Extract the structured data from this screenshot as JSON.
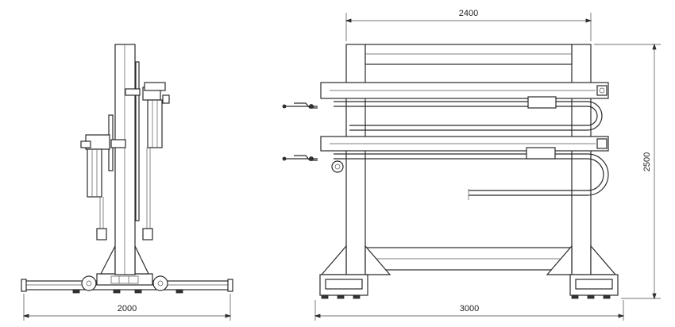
{
  "dimensions": {
    "side_width": "2000",
    "front_top_width": "2400",
    "front_height": "2500",
    "front_base_width": "3000"
  }
}
